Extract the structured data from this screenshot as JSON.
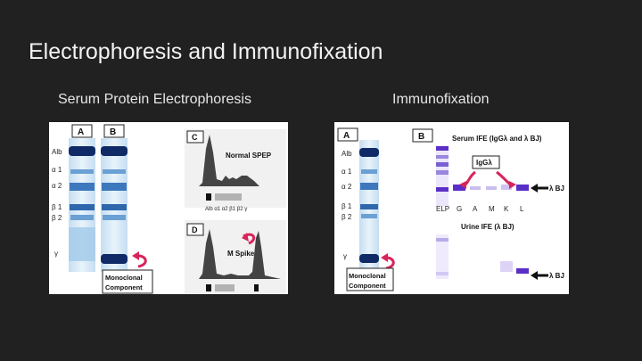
{
  "slide": {
    "title": "Electrophoresis and Immunofixation",
    "left_subtitle": "Serum Protein Electrophoresis",
    "right_subtitle": "Immunofixation"
  },
  "spep_figure": {
    "panel_a": "A",
    "panel_b": "B",
    "panel_c": "C",
    "panel_d": "D",
    "row_labels": [
      "Alb",
      "α 1",
      "α 2",
      "β 1",
      "β 2",
      "γ"
    ],
    "normal_label": "Normal SPEP",
    "axis_label": "Alb α1 α2 β1 β2 γ",
    "spike_label": "M Spike",
    "component_line1": "Monoclonal",
    "component_line2": "Component"
  },
  "ife_figure": {
    "panel_a": "A",
    "panel_b": "B",
    "serum_title": "Serum IFE (IgGλ and λ BJ)",
    "iggl_label": "IgGλ",
    "lane_labels": [
      "ELP",
      "G",
      "A",
      "M",
      "K",
      "L"
    ],
    "urine_title": "Urine IFE (λ BJ)",
    "lambda_bj_upper": "λ BJ",
    "lambda_bj_lower": "λ BJ",
    "row_labels": [
      "Alb",
      "α 1",
      "α 2",
      "β 1",
      "β 2",
      "γ"
    ],
    "component_line1": "Monoclonal",
    "component_line2": "Component"
  },
  "colors": {
    "background": "#212121",
    "gel_blue": "#1a3f8f",
    "ife_purple": "#5a2fc8",
    "arrow_pink": "#d8245a"
  }
}
